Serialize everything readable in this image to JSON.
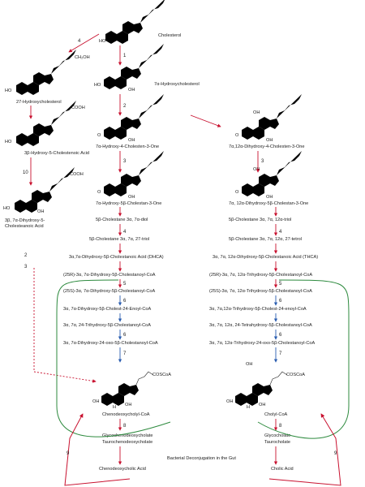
{
  "colors": {
    "arrow_red": "#c8102e",
    "arrow_blue": "#2a5db0",
    "loop_green": "#2d8a3e",
    "ink": "#1a1a1a"
  },
  "compounds": {
    "cholesterol": "Cholesterol",
    "hydroxy27": "27-Hydroxycholesterol",
    "hydroxy7a": "7α-Hydroxycholesterol",
    "cholestenoic3b": "3β-Hydroxy-5-Cholestenoic Acid",
    "hydroxy4_one": "7α-Hydroxy-4-Cholesten-3-One",
    "dihydroxy4_one": "7α,12α-Dihydroxy-4-Cholesten-3-One",
    "dihydroxycholestenoic_1": "3β, 7α-Dihydroxy-5-",
    "dihydroxycholestenoic_2": "Cholesteanoic Acid",
    "hydroxy5b_one": "7α-Hydroxy-5β-Cholestan-3-One",
    "dihydroxy5b_one": "7α, 12α-Dihydroxy-5β-Cholestan-3-One",
    "diol": "5β-Cholestane 3α, 7α-diol",
    "triol_right": "5β-Cholestane 3α, 7α, 12α-triol",
    "triol27": "5β-Cholestane 3α, 7α, 27-triol",
    "tetrol": "5β-Cholestane 3α, 7α, 12α, 27-tetrol",
    "dhca": "3α,7α-Dihydroxy-5β-Cholestanoic Acid (DHCA)",
    "thca": "3α, 7α, 12α-Dihydroxy-5β-Cholestanoic Acid (THCA)",
    "l_coa25r": "(25R)-3α, 7α-Dihydroxy-5β-Cholestanoyl-CoA",
    "l_coa25s": "(25S)-3α, 7α-Dihydroxy-5β-Cholestanoyl-CoA",
    "l_enoyl": "3α, 7α-Dihydroxy-5β-Cholest-24-Enoyl-CoA",
    "l_trihydroxy": "3α, 7α, 24-Trihydroxy-5β-Cholestanoyl-CoA",
    "l_oxo": "3α, 7α-Dihydroxy-24-oxo-5β-Cholestanoyl-CoA",
    "r_coa25r": "(25R)-3α, 7α, 12α-Trihydroxy-5β-Cholestanoyl-CoA",
    "r_coa25s": "(25S)-3α, 7α, 12α-Trihydroxy-5β-Cholestanoyl-CoA",
    "r_enoyl": "3α, 7α,12α-Trihydroxy-5β-Cholest-24-enoyl-CoA",
    "r_tetrahydroxy": "3α, 7α, 12α, 24-Tetrahydroxy-5β-Cholestanoyl-CoA",
    "r_oxo": "3α, 7α, 12α-Trihydroxy-24-oxo-5β-Cholestanoyl-CoA",
    "cdca_coa": "Chenodeoxycholyl-CoA",
    "cholyl_coa": "Cholyl-CoA",
    "glyco_cdca": "Glycochenodeoxycholate",
    "tauro_cdca": "Taurochenodeoxycholate",
    "glycocholate": "Glycocholate",
    "taurocholate": "Taurocholate",
    "cdca": "Chenodeoxycholic Acid",
    "cholic": "Cholic Acid"
  },
  "structure_labels": {
    "ho": "HO",
    "oh": "OH",
    "o": "O",
    "h": "H",
    "ch2oh": "CH₂OH",
    "cooh": "COOH",
    "coscoa": "COSCoA"
  },
  "annotation": "Bacterial Deconjugation in the Gut",
  "steps": {
    "s1": "1",
    "s2": "2",
    "s3": "3",
    "s4": "4",
    "s5": "5",
    "s6": "6",
    "s7": "7",
    "s8": "8",
    "s9": "9",
    "s10": "10"
  }
}
